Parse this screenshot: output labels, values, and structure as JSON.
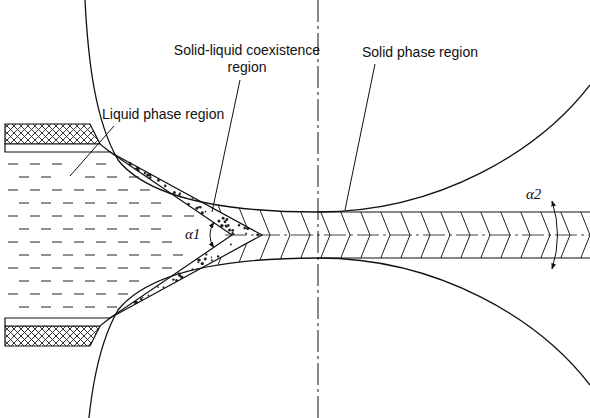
{
  "diagram": {
    "labels": [
      "Liquid phase region",
      "Solid-liquid coexistence region",
      "Solid phase region",
      "α1",
      "α2"
    ]
  }
}
